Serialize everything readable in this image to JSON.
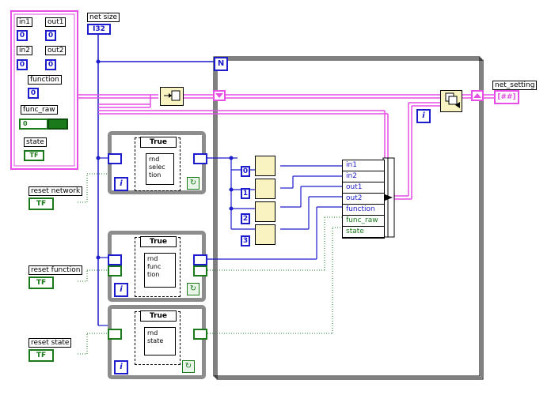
{
  "front_panel": {
    "in1_label": "in1",
    "in1_value": "0",
    "out1_label": "out1",
    "out1_value": "0",
    "in2_label": "in2",
    "in2_value": "0",
    "out2_label": "out2",
    "out2_value": "0",
    "function_label": "function",
    "function_value": "0",
    "func_raw_label": "func_raw",
    "func_raw_value": "0",
    "state_label": "state",
    "state_value": "TF"
  },
  "net_size": {
    "label": "net size",
    "type": "I32"
  },
  "for_loop": {
    "count_terminal": "N",
    "index_terminal": "i"
  },
  "case_structures": [
    {
      "selector": "True",
      "subvi_text": "rnd selec tion",
      "index": "i"
    },
    {
      "selector": "True",
      "subvi_text": "rnd func tion",
      "index": "i"
    },
    {
      "selector": "True",
      "subvi_text": "rnd state",
      "index": "i"
    }
  ],
  "controls": {
    "reset_network": {
      "label": "reset network",
      "value": "TF"
    },
    "reset_function": {
      "label": "reset function",
      "value": "TF"
    },
    "reset_state": {
      "label": "reset state",
      "value": "TF"
    }
  },
  "index_constants": [
    "0",
    "1",
    "2",
    "3"
  ],
  "bundle_fields": [
    "in1",
    "in2",
    "out1",
    "out2",
    "function",
    "func_raw",
    "state"
  ],
  "net_setting": {
    "label": "net_setting",
    "type": "[##]"
  },
  "colors": {
    "int_wire": "#1c1ccc",
    "bool_wire": "#1a7a1a",
    "cluster_wire": "#e64ee6",
    "frame": "#8c8c8c"
  }
}
